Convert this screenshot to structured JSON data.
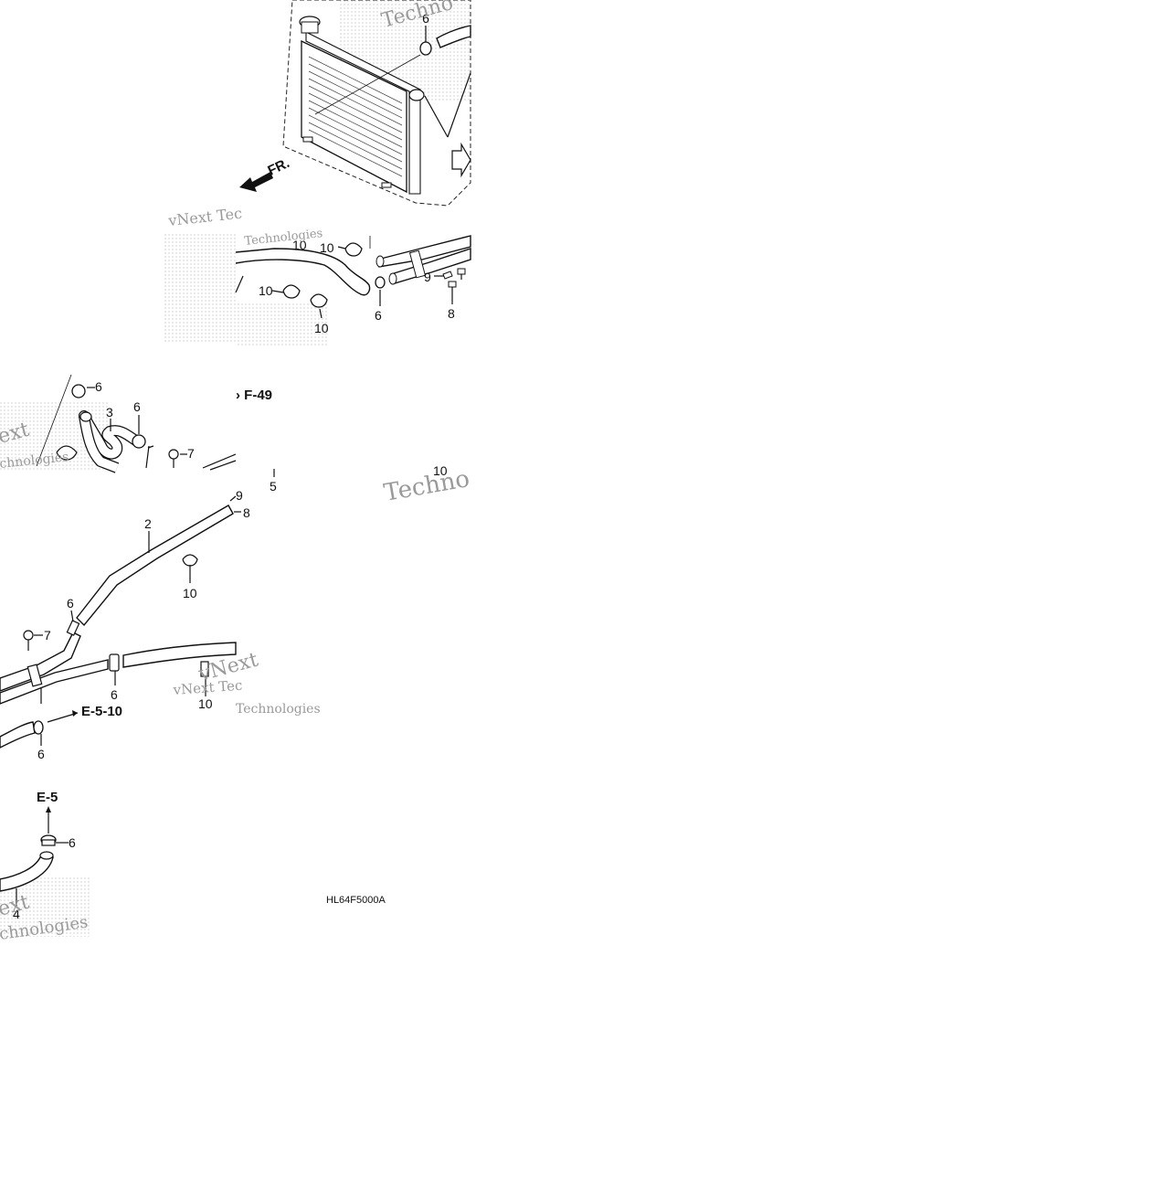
{
  "diagram": {
    "code": "HL64F5000A",
    "direction_label": "FR.",
    "refs": {
      "f49": "F-49",
      "e510": "E-5-10",
      "e5": "E-5"
    },
    "callouts": {
      "c_radiator_6": "6",
      "c_10a": "10",
      "c_10b": "10",
      "c_10c": "10",
      "c_10d": "10",
      "c_6_pipe": "6",
      "c_8_top": "8",
      "c_9_top": "9",
      "c_6_left": "6",
      "c_3": "3",
      "c_6_mid": "6",
      "c_7_mid": "7",
      "c_5": "5",
      "c_10_right": "10",
      "c_9_hose": "9",
      "c_8_hose": "8",
      "c_2": "2",
      "c_10_clamp": "10",
      "c_6_join": "6",
      "c_7_low": "7",
      "c_6_low": "6",
      "c_10_low": "10",
      "c_6_bottom": "6",
      "c_6_e5": "6",
      "c_4": "4"
    }
  },
  "watermarks": {
    "brand_a": "vNext Tec",
    "brand_b": "Technologies",
    "brand_c": "vNext",
    "brand_d": "ext",
    "brand_e": "chnologies",
    "brand_f": "Techno",
    "brand_g": "Technologies"
  },
  "colors": {
    "ink": "#111111",
    "watermark": "#9a9a9a",
    "background": "#ffffff"
  }
}
